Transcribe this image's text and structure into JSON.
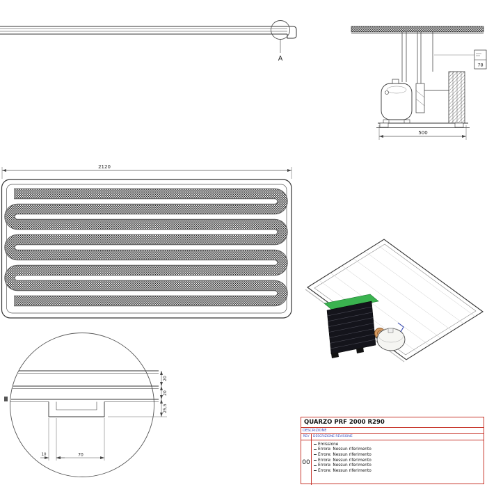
{
  "drawing": {
    "detail_callout_label": "A",
    "dimensions": {
      "panel_length": "2120",
      "unit_width": "500",
      "flag_value": "78",
      "detail_gap_top": "20",
      "detail_gap_mid": "20",
      "detail_gap_bottom": "25,5",
      "detail_channel_width": "70",
      "detail_channel_offset": "10"
    }
  },
  "title_block": {
    "title": "QUARZO PRF 2000 R290",
    "descrizione_label": "DESCRIZIONE",
    "rev_label": "REV",
    "rev_descr_label": "DESCRIZIONE REVISIONE",
    "rev_number": "00",
    "revision_rows": [
      "Emissione",
      "Errore: Nessun riferimento",
      "Errore: Nessun riferimento",
      "Errore: Nessun riferimento",
      "Errore: Nessun riferimento",
      "Errore: Nessun riferimento"
    ]
  },
  "colors": {
    "line": "#333333",
    "title_block_border": "#c8372d",
    "title_block_header_text": "#3a50c0",
    "pcb_green": "#3ab34f",
    "copper": "#d49a62"
  }
}
